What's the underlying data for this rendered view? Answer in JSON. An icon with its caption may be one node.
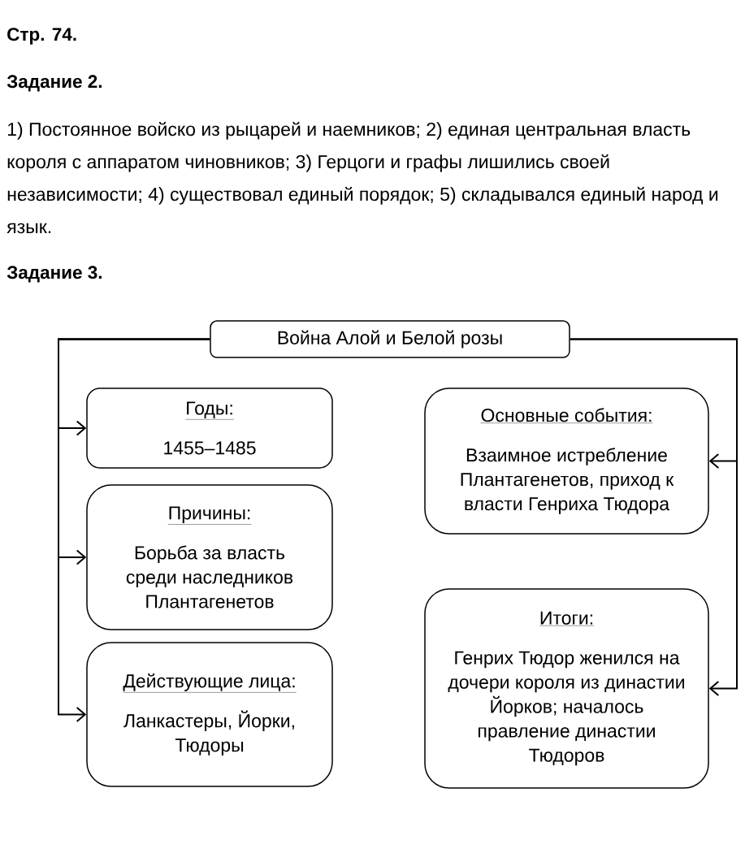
{
  "diagram": {
    "nodes": [
      {
        "text": [
          "Война Алой и Белой розы"
        ]
      },
      {
        "text": [
          "Годы:",
          "1455–1485"
        ]
      },
      {
        "text": [
          "Причины:",
          "Борьба за власть среди наследников Плантагенетов"
        ]
      },
      {
        "text": [
          "Действующие лица:",
          "Ланкастеры, Йорки, Тюдоры"
        ]
      },
      {
        "text": [
          "Основные события:",
          "Взаимное истребление Плантагенетов, приход к власти Генриха Тюдора"
        ]
      },
      {
        "text": [
          "Итоги:",
          "Генрих Тюдор женился на дочери короля из династии Йорков; началось правление династии Тюдоров"
        ]
      }
    ],
    "edges": [
      {
        "from": 0,
        "to": 1,
        "arrow": "to"
      },
      {
        "from": 0,
        "to": 2,
        "arrow": "to"
      },
      {
        "from": 0,
        "to": 3,
        "arrow": "to"
      },
      {
        "from": 0,
        "to": 4,
        "arrow": "to"
      },
      {
        "from": 0,
        "to": 5,
        "arrow": "to"
      }
    ],
    "labels": [
      "Стр. 74.",
      "Задание 2.",
      "1) Постоянное войско из рыцарей и наемников; 2) единая центральная власть короля с аппаратом чиновников; 3) Герцоги и графы лишились своей независимости; 4) существовал единый порядок; 5) складывался единый народ и язык.",
      "Задание 3."
    ]
  }
}
